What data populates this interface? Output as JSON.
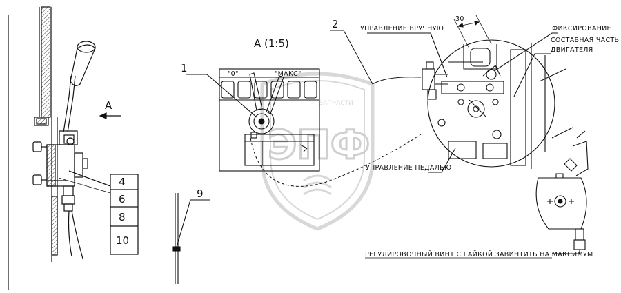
{
  "view": {
    "title": "А (1:5)",
    "arrow_letter": "А"
  },
  "dial": {
    "min_label": "\"0\"",
    "max_label": "\"МАКС\""
  },
  "callouts": {
    "c1": "1",
    "c2": "2",
    "c4": "4",
    "c6": "6",
    "c8": "8",
    "c10": "10",
    "c9": "9"
  },
  "dimension": {
    "value": "30"
  },
  "labels": {
    "manual": "УПРАВЛЕНИЕ ВРУЧНУЮ",
    "fixing": "ФИКСИРОВАНИЕ",
    "engine_line1": "СОСТАВНАЯ ЧАСТЬ",
    "engine_line2": "ДВИГАТЕЛЯ",
    "pedal": "УПРАВЛЕНИЕ ПЕДАЛЬЮ",
    "adjust_screw": "РЕГУЛИРОВОЧНЫЙ ВИНТ С ГАЙКОЙ ЗАВИНТИТЬ НА МАКСИМУМ"
  },
  "watermark": {
    "top_text": "ЗАПЧАСТИ",
    "big_text": "ЭПФ"
  },
  "colors": {
    "line": "#111111",
    "watermark": "#d8d8d8"
  }
}
